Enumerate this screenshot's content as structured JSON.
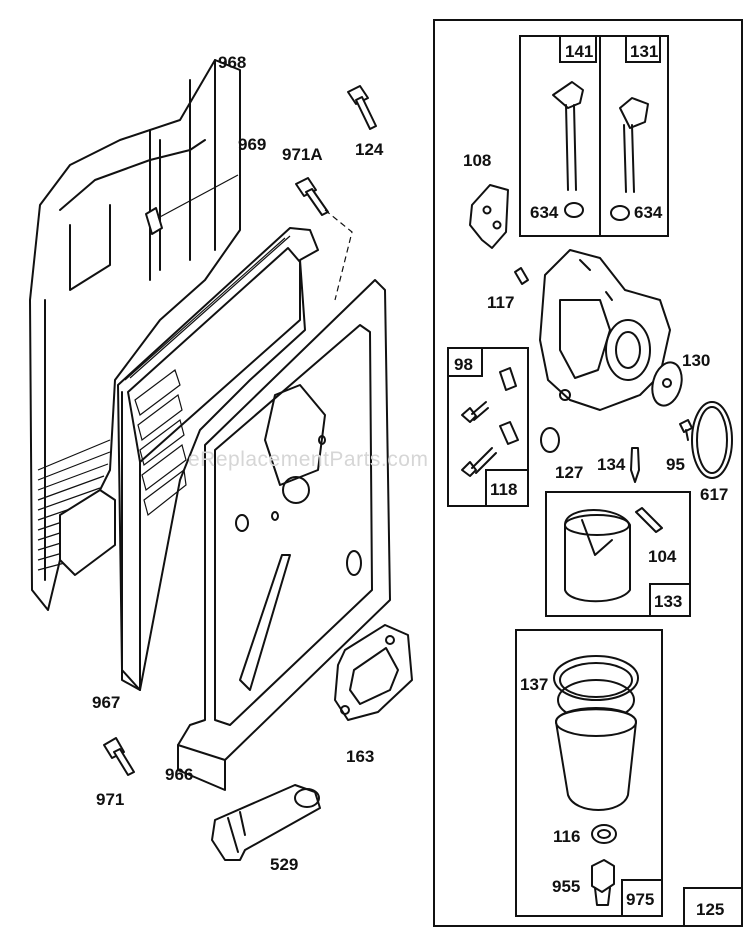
{
  "watermark": "eReplacementParts.com",
  "parts": {
    "p968": "968",
    "p969": "969",
    "p971A": "971A",
    "p124": "124",
    "p967": "967",
    "p966": "966",
    "p971": "971",
    "p163": "163",
    "p529": "529",
    "p141": "141",
    "p131": "131",
    "p634a": "634",
    "p634b": "634",
    "p108": "108",
    "p117": "117",
    "p130": "130",
    "p98": "98",
    "p118": "118",
    "p127": "127",
    "p134": "134",
    "p95": "95",
    "p617": "617",
    "p104": "104",
    "p133": "133",
    "p137": "137",
    "p116": "116",
    "p955": "955",
    "p975": "975",
    "p125": "125"
  }
}
